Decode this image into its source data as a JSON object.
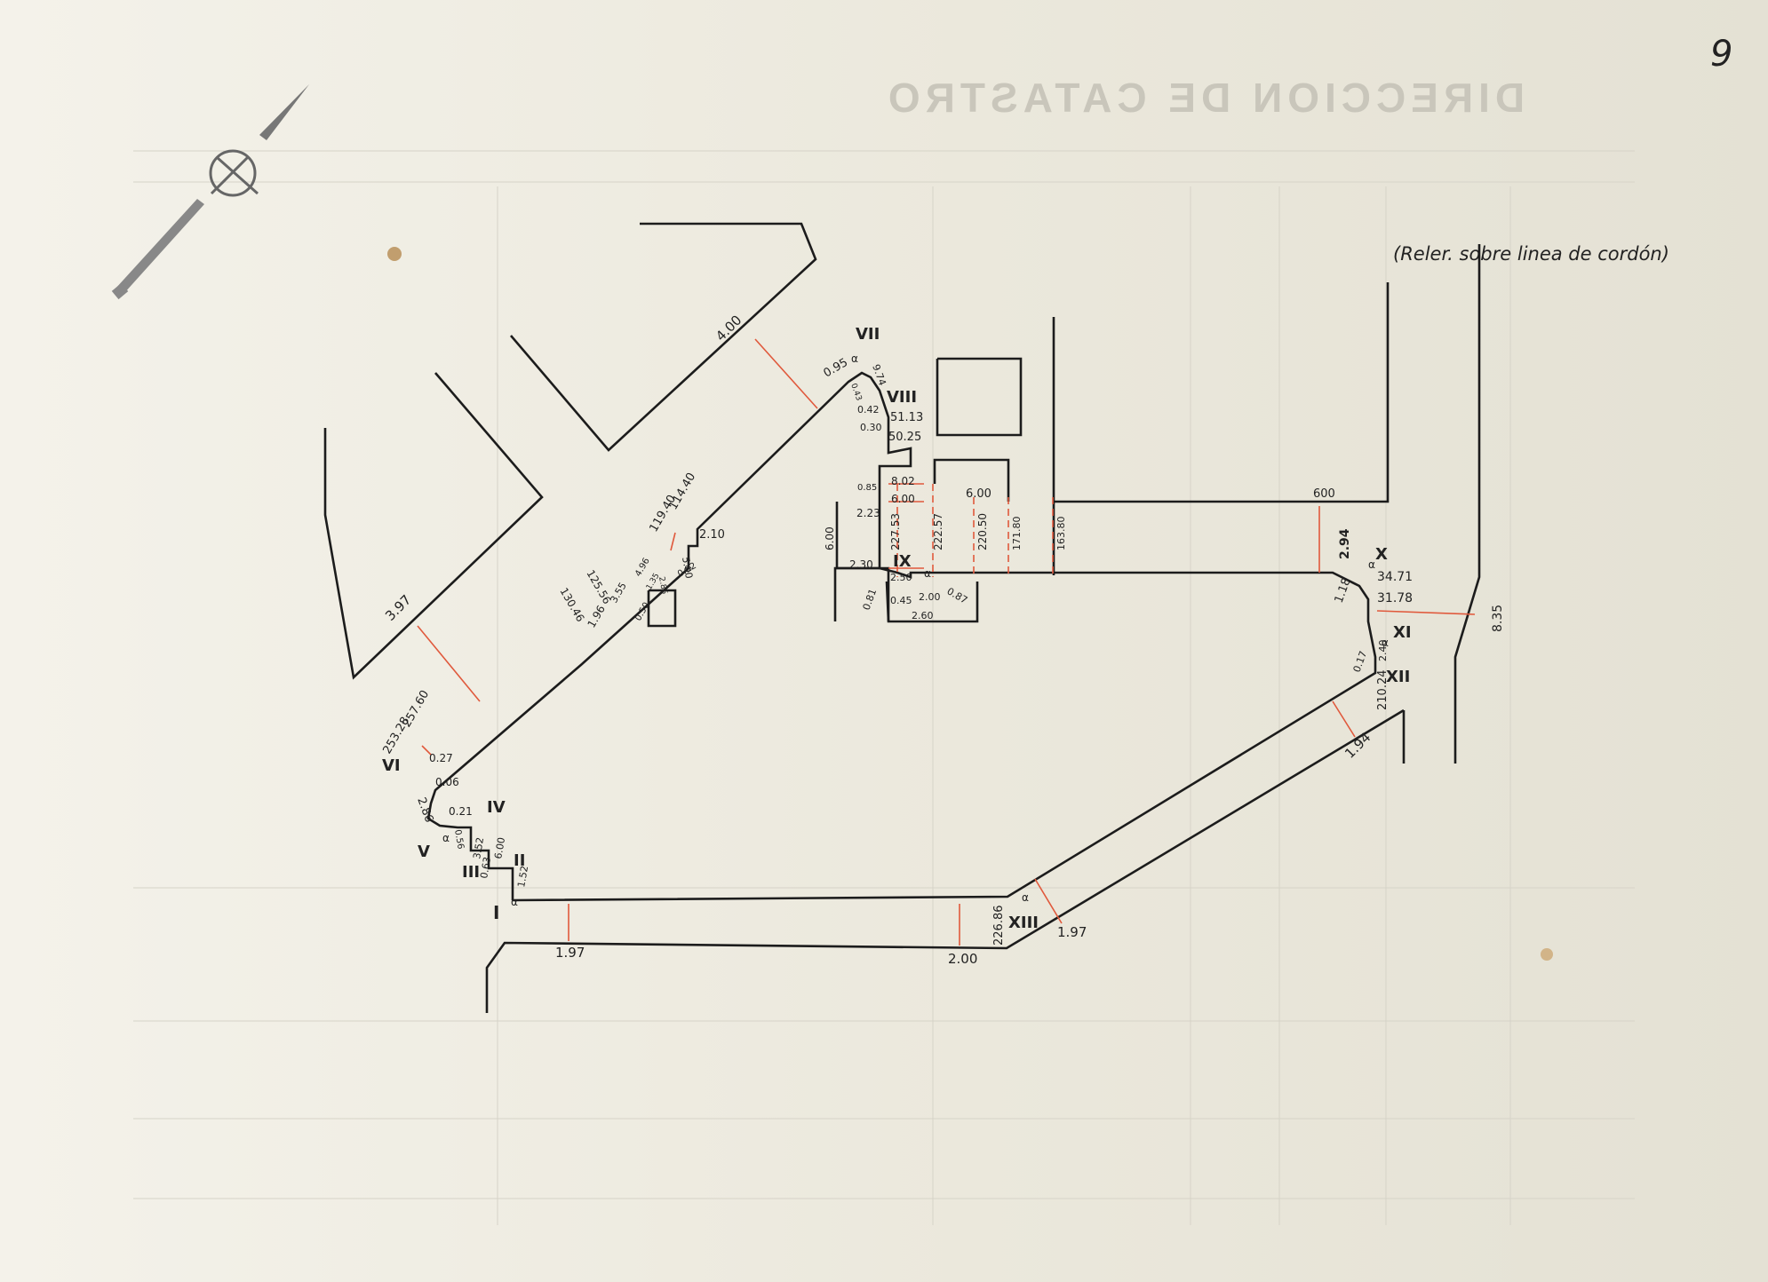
{
  "page_number": "9",
  "header_text": "DIRECCION DE CATASTRO",
  "note": "(Reler. sobre linea de cordón)",
  "vertices": [
    "I",
    "II",
    "III",
    "IV",
    "V",
    "VI",
    "VII",
    "VIII",
    "IX",
    "X",
    "XI",
    "XII",
    "XIII"
  ],
  "angle_mark": "α",
  "measurements": {
    "m_4_00": "4.00",
    "m_3_97": "3.97",
    "m_1_97a": "1.97",
    "m_2_00": "2.00",
    "m_1_97b": "1.97",
    "m_1_94": "1.94",
    "m_6_00_top": "6.00",
    "m_6_00_right": "600",
    "m_2_94": "2.94",
    "m_34_71": "34.71",
    "m_31_78": "31.78",
    "m_8_35": "8.35",
    "m_1_18": "1.18",
    "m_2_40": "2.40",
    "m_0_17": "0.17",
    "m_210_24": "210.24",
    "m_226_86": "226.86",
    "m_0_95": "0.95",
    "m_9_74": "9.74",
    "m_0_42": "0.42",
    "m_0_30": "0.30",
    "m_51_13": "51.13",
    "m_50_25": "50.25",
    "m_0_43": "0.43",
    "m_8_02": "8.02",
    "m_0_85": "0.85",
    "m_6_00b": "6.00",
    "m_2_23": "2.23",
    "m_227_53": "227.53",
    "m_222_57": "222.57",
    "m_220_50": "220.50",
    "m_171_80": "171.80",
    "m_163_80": "163.80",
    "m_6_00_left": "6.00",
    "m_2_30": "2.30",
    "m_2_50": "2.50",
    "m_0_81": "0.81",
    "m_0_45": "0.45",
    "m_2_00b": "2.00",
    "m_2_60": "2.60",
    "m_0_87": "0.87",
    "m_114_40": "114.40",
    "m_119_40": "119.40",
    "m_2_10": "2.10",
    "m_5_00": "5.00",
    "m_125_56": "125.56",
    "m_3_55": "3.55",
    "m_4_96": "4.96",
    "m_1_35": "1.35",
    "m_2_85": "2.85",
    "m_0_92": "0.92",
    "m_130_46": "130.46",
    "m_1_96": "1.96",
    "m_0_50": "0.50",
    "m_257_60": "257.60",
    "m_253_28": "253.28",
    "m_0_27": "0.27",
    "m_0_06": "0.06",
    "m_2_86": "2.86",
    "m_0_21": "0.21",
    "m_0_56": "0.56",
    "m_3_52": "3.52",
    "m_6_00c": "6.00",
    "m_0_63": "0.63",
    "m_1_52": "1.52"
  }
}
